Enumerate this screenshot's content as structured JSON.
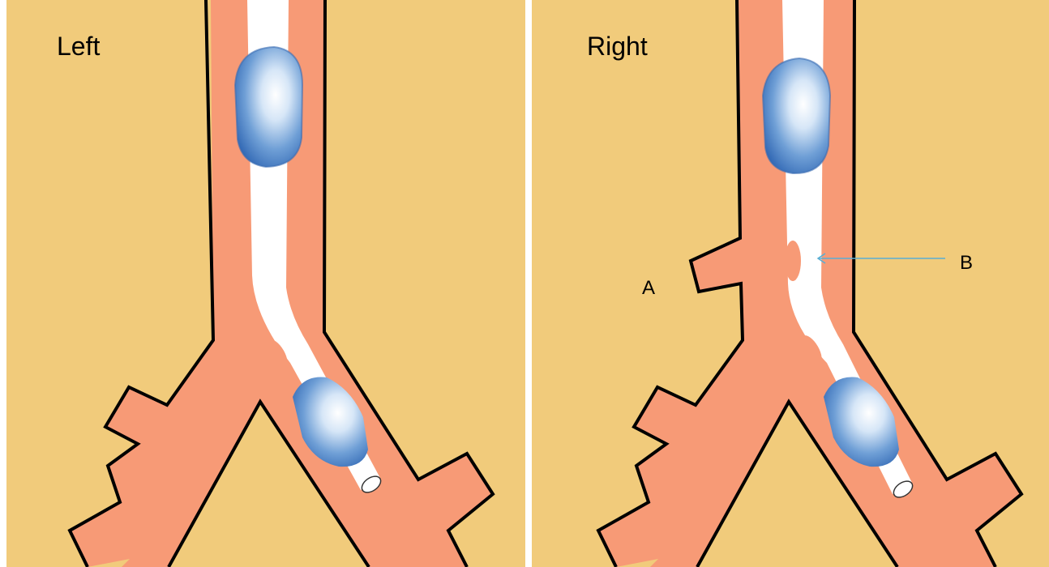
{
  "panels": [
    {
      "title": "Left"
    },
    {
      "title": "Right",
      "labels": {
        "a": "A",
        "b": "B"
      }
    }
  ],
  "colors": {
    "background": "#f1cb7b",
    "airway_wall": "#f79a76",
    "outline": "#000000",
    "tube": "#ffffff",
    "balloon": "#4a7fc4",
    "balloon_light": "#a9c8ee",
    "arrow": "#5aaed3",
    "divider": "#ffffff"
  }
}
